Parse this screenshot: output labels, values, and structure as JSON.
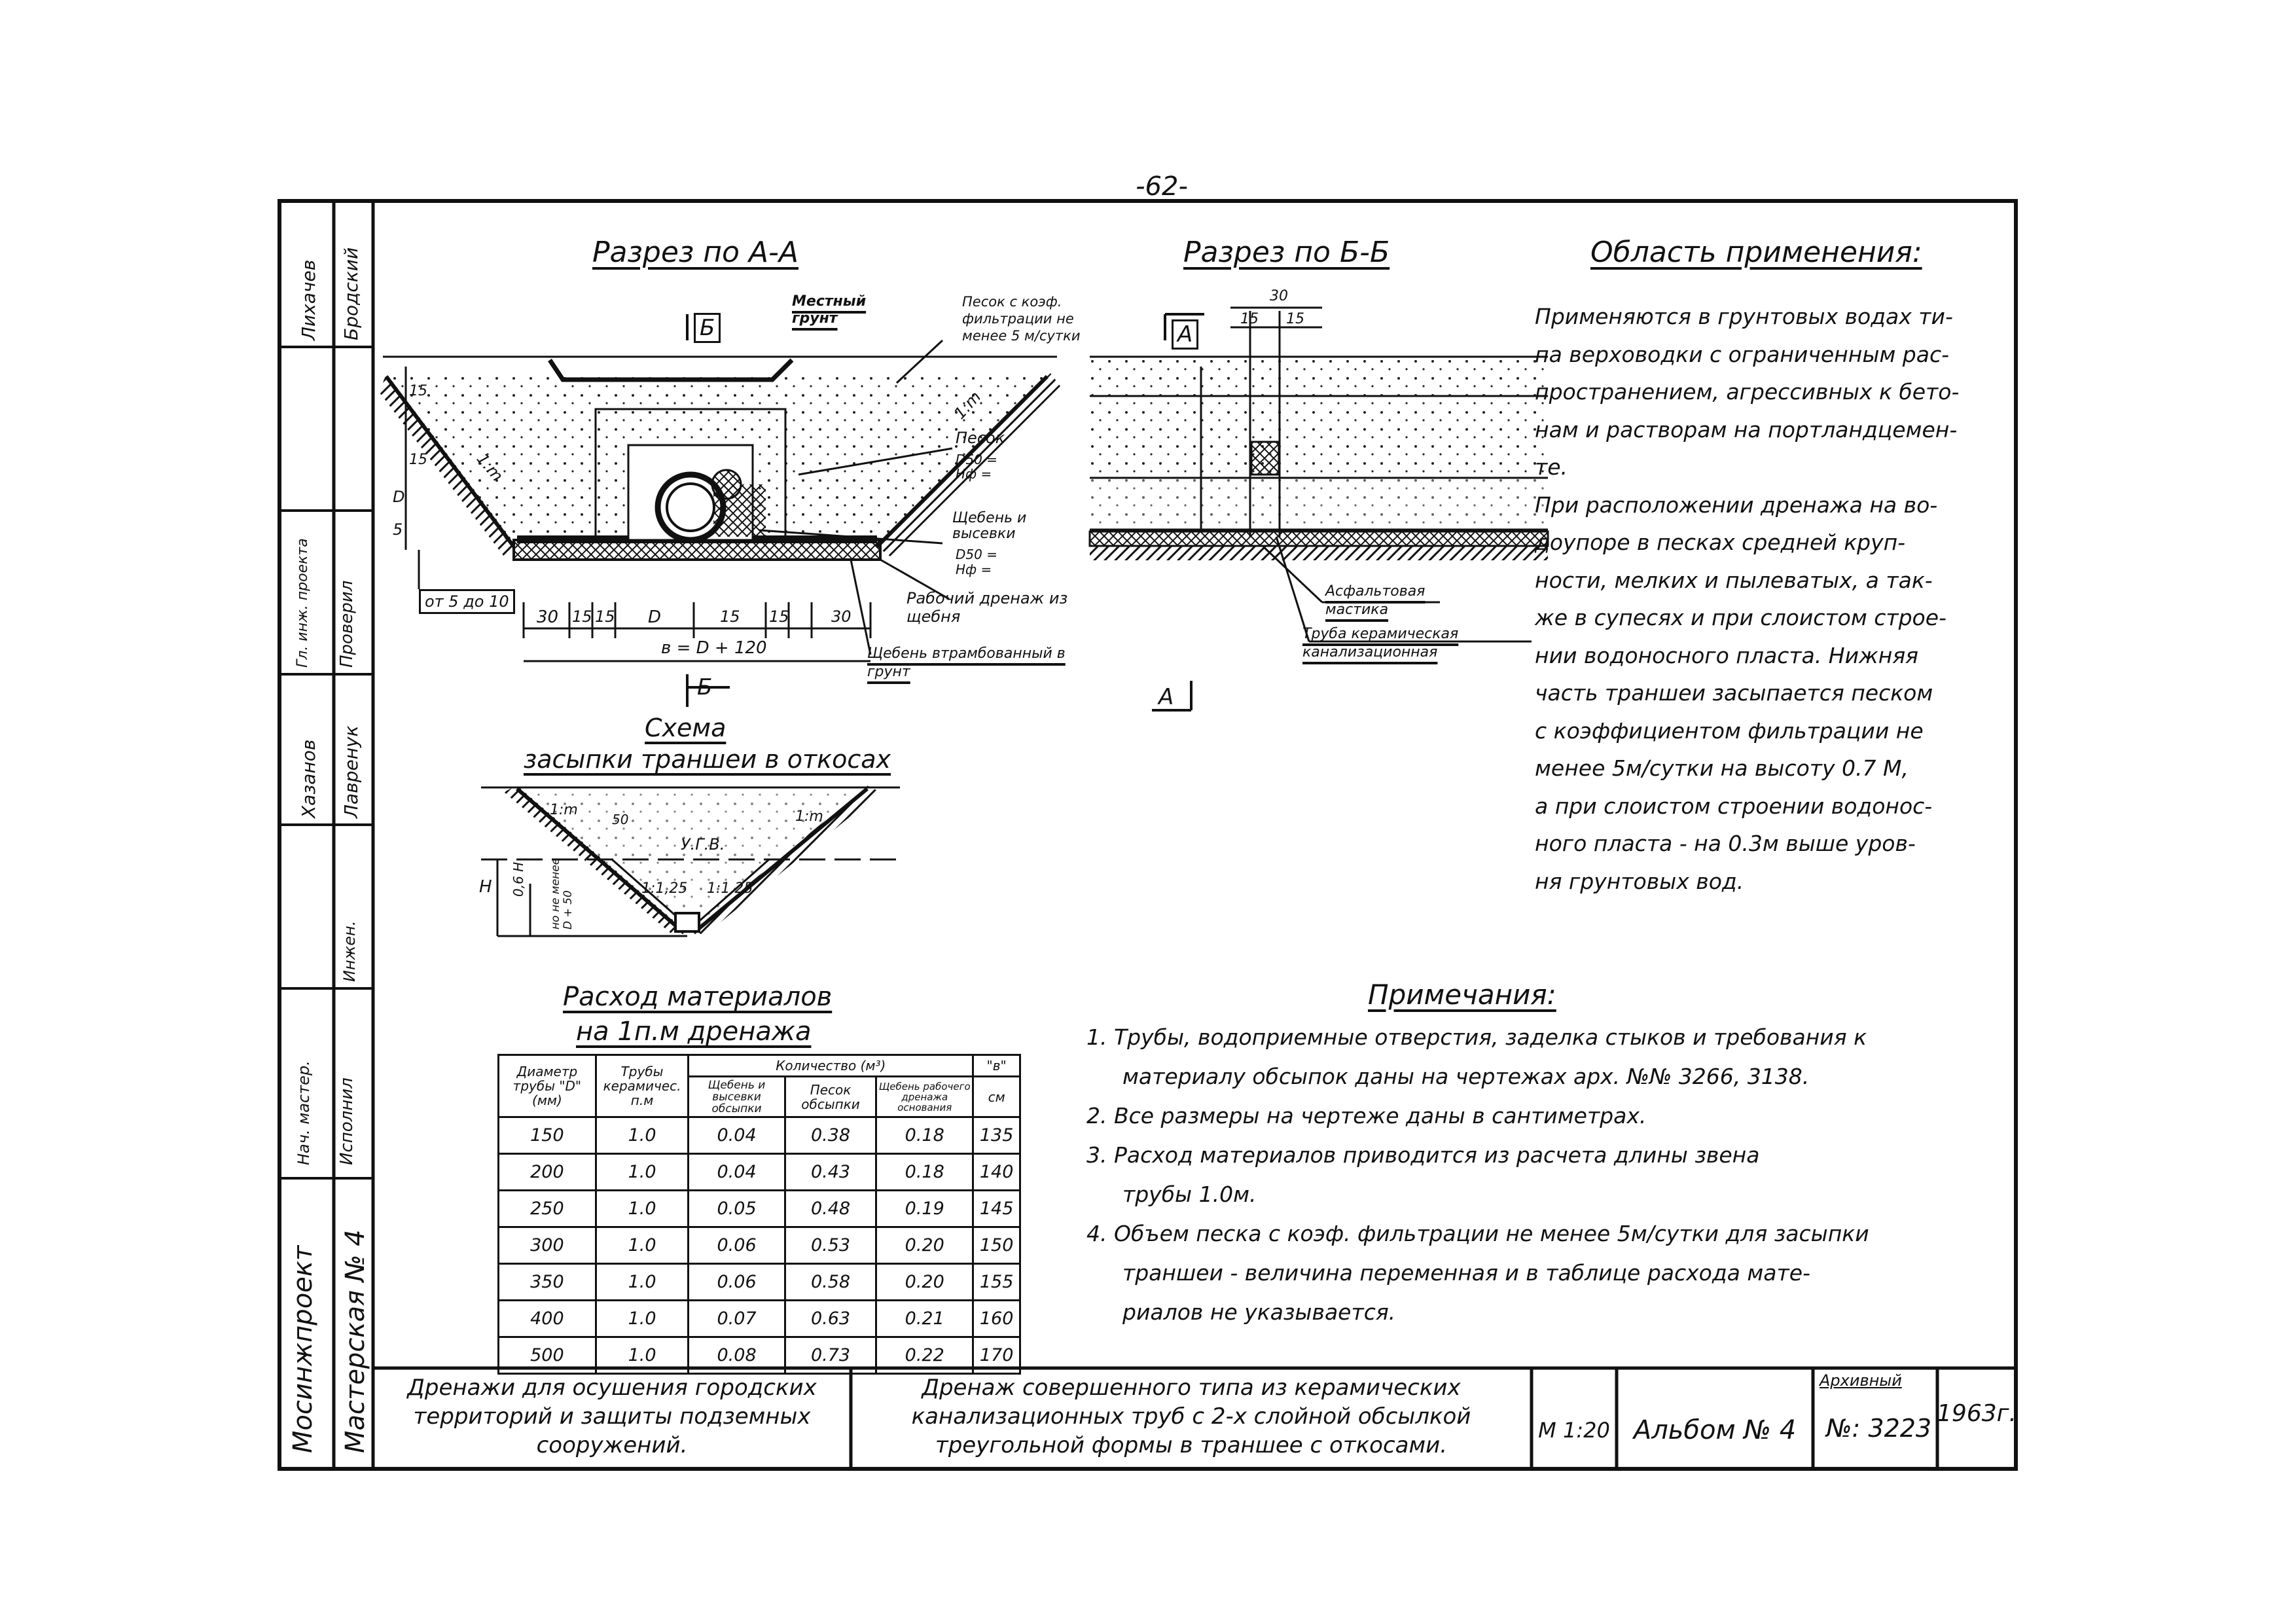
{
  "page_number": "-62-",
  "sections": {
    "aa": "Разрез по А-А",
    "bb": "Разрез по Б-Б",
    "scheme_line1": "Схема",
    "scheme_line2": "засыпки траншеи в откосах"
  },
  "labels": {
    "local_soil": "Местный грунт",
    "sand_coef": "Песок с коэф. фильтрации не менее 5 м/сутки",
    "sand": "Песок",
    "d50": "D50 =",
    "nf": "Hф =",
    "gravel": "Щебень и высевки",
    "work_drain": "Рабочий дренаж из щебня",
    "gravel_rammed": "Щебень втрамбованный в грунт",
    "asphalt": "Асфальтовая мастика",
    "pipe_ceramic": "Труба керамическая канализационная",
    "slope": "1:m",
    "from5to10": "от 5 до 10",
    "width_formula": "в = D + 120",
    "dims_aa": [
      "30",
      "15",
      "15",
      "D",
      "15",
      "15",
      "30"
    ],
    "dims_bb": [
      "30",
      "15",
      "15"
    ],
    "marker_b": "Б",
    "marker_a": "А",
    "vert_dims": [
      "5",
      "D",
      "15",
      "15"
    ],
    "ugv": "У.Г.В.",
    "slope_125": "1:1,25",
    "h": "H",
    "h06": "0,6 H",
    "not_less": "но не менее D + 50",
    "fifty": "50"
  },
  "application": {
    "title": "Область применения:",
    "lines": [
      "Применяются в грунтовых водах ти-",
      "па верховодки с ограниченным рас-",
      "пространением, агрессивных к бето-",
      "нам и растворам на портландцемен-",
      "те.",
      "При расположении дренажа на во-",
      "доупоре в песках средней круп-",
      "ности, мелких и пылеватых, а так-",
      "же в супесях и при слоистом строе-",
      "нии водоносного пласта. Нижняя",
      "часть траншеи засыпается песком",
      "с коэффициентом фильтрации не",
      "менее 5м/сутки на высоту 0.7 М,",
      "а при слоистом строении водонос-",
      "ного пласта - на 0.3м выше уров-",
      "ня грунтовых вод."
    ]
  },
  "materials": {
    "title_line1": "Расход материалов",
    "title_line2": "на 1п.м дренажа",
    "headers": {
      "diameter": "Диаметр трубы \"D\" (мм)",
      "pipes": "Трубы керамичес. п.м",
      "quantity": "Количество (м³)",
      "gravel_screen": "Щебень и высевки обсыпки",
      "sand_fill": "Песок обсыпки",
      "gravel_drain": "Щебень рабочего дренажа основания",
      "b": "\"в\"",
      "cm": "см"
    },
    "rows": [
      [
        "150",
        "1.0",
        "0.04",
        "0.38",
        "0.18",
        "135"
      ],
      [
        "200",
        "1.0",
        "0.04",
        "0.43",
        "0.18",
        "140"
      ],
      [
        "250",
        "1.0",
        "0.05",
        "0.48",
        "0.19",
        "145"
      ],
      [
        "300",
        "1.0",
        "0.06",
        "0.53",
        "0.20",
        "150"
      ],
      [
        "350",
        "1.0",
        "0.06",
        "0.58",
        "0.20",
        "155"
      ],
      [
        "400",
        "1.0",
        "0.07",
        "0.63",
        "0.21",
        "160"
      ],
      [
        "500",
        "1.0",
        "0.08",
        "0.73",
        "0.22",
        "170"
      ]
    ]
  },
  "notes": {
    "title": "Примечания:",
    "lines": [
      "1. Трубы, водоприемные отверстия, заделка стыков и требования к",
      "материалу обсыпок даны на чертежах арх. №№ 3266, 3138.",
      "2. Все размеры на чертеже даны в сантиметрах.",
      "3. Расход материалов приводится из расчета длины звена",
      "трубы 1.0м.",
      "4. Объем песка с коэф. фильтрации не менее 5м/сутки для засыпки",
      "траншеи - величина переменная и в таблице расхода мате-",
      "риалов не указывается."
    ]
  },
  "left_strip": {
    "org": "Мосинжпроект",
    "workshop": "Мастерская № 4",
    "roles": [
      "Нач. мастер.",
      "Гл. инж. проекта",
      "Проверил",
      "Исполнил"
    ],
    "names": [
      "Лихачев",
      "Бродский",
      "Хазанов",
      "Лавренук",
      "Инжен."
    ]
  },
  "title_block": {
    "series_line1": "Дренажи для осушения городских",
    "series_line2": "территорий и защиты подземных",
    "series_line3": "сооружений.",
    "sheet_line1": "Дренаж совершенного типа из керамических",
    "sheet_line2": "канализационных труб с 2-х слойной обсылкой",
    "sheet_line3": "треугольной формы в траншее с откосами.",
    "scale": "М 1:20",
    "album": "Альбом № 4",
    "archive_label": "Архивный",
    "archive_no": "№: 3223",
    "year": "1963г."
  }
}
